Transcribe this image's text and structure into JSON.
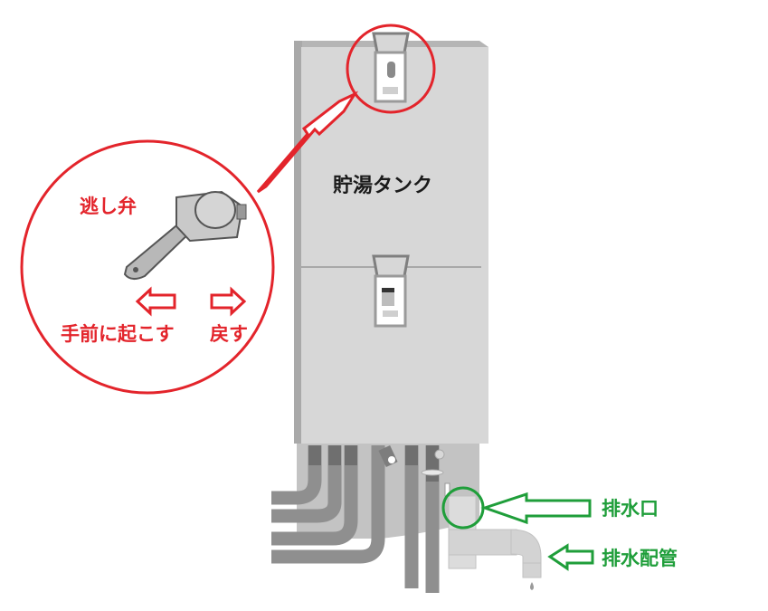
{
  "labels": {
    "tank": "貯湯タンク",
    "relief_valve": "逃し弁",
    "pull_forward": "手前に起こす",
    "return": "戻す",
    "drain_outlet": "排水口",
    "drain_pipe": "排水配管"
  },
  "colors": {
    "callout_red": "#e3242b",
    "callout_green": "#1f9e3a",
    "tank_gray": "#d6d6d6",
    "pipe_gray": "#8f8f8f"
  }
}
